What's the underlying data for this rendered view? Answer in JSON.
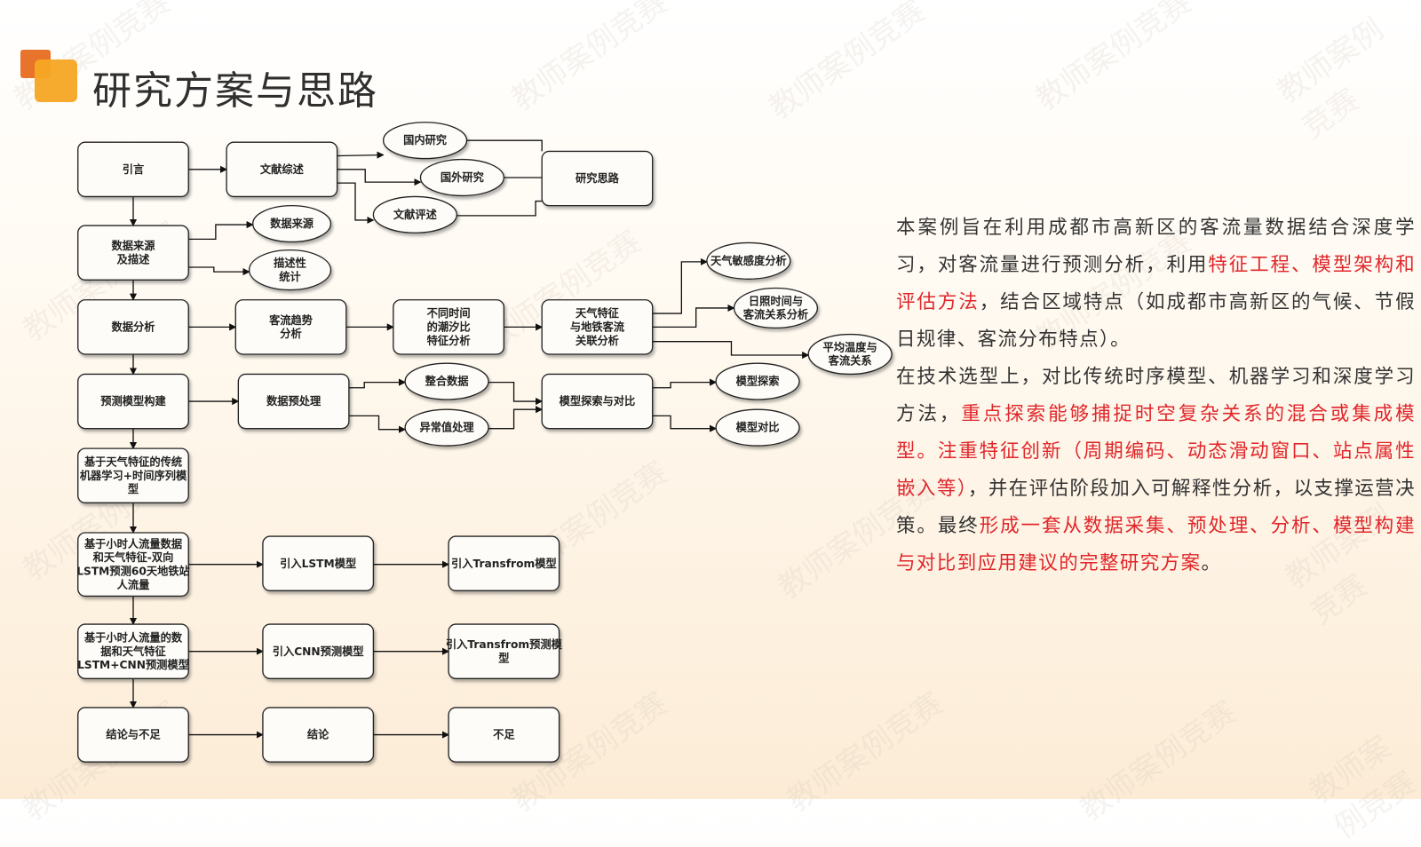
{
  "title": "研究方案与思路",
  "watermark": "教师案例竞赛",
  "colors": {
    "accent_dark": "#e8732a",
    "accent_light": "#f6a623",
    "highlight": "#e0262a"
  },
  "diagram": {
    "nodes": {
      "intro": {
        "lines": [
          "引言"
        ]
      },
      "lit": {
        "lines": [
          "文献综述"
        ]
      },
      "ideas": {
        "lines": [
          "研究思路"
        ]
      },
      "domestic": {
        "lines": [
          "国内研究"
        ]
      },
      "foreign": {
        "lines": [
          "国外研究"
        ]
      },
      "review": {
        "lines": [
          "文献评述"
        ]
      },
      "datasrc": {
        "lines": [
          "数据来源",
          "及描述"
        ]
      },
      "src": {
        "lines": [
          "数据来源"
        ]
      },
      "stat": {
        "lines": [
          "描述性",
          "统计"
        ]
      },
      "analysis": {
        "lines": [
          "数据分析"
        ]
      },
      "trend": {
        "lines": [
          "客流趋势",
          "分析"
        ]
      },
      "tide": {
        "lines": [
          "不同时间",
          "的潮汐比",
          "特征分析"
        ]
      },
      "weather": {
        "lines": [
          "天气特征",
          "与地铁客流",
          "关联分析"
        ]
      },
      "sens": {
        "lines": [
          "天气敏感度分析"
        ]
      },
      "sun": {
        "lines": [
          "日照时间与",
          "客流关系分析"
        ]
      },
      "temp": {
        "lines": [
          "平均温度与",
          "客流关系"
        ]
      },
      "predict": {
        "lines": [
          "预测模型构建"
        ]
      },
      "preproc": {
        "lines": [
          "数据预处理"
        ]
      },
      "integ": {
        "lines": [
          "整合数据"
        ]
      },
      "outlier": {
        "lines": [
          "异常值处理"
        ]
      },
      "explore": {
        "lines": [
          "模型探索与对比"
        ]
      },
      "mexp": {
        "lines": [
          "模型探索"
        ]
      },
      "mcmp": {
        "lines": [
          "模型对比"
        ]
      },
      "trad": {
        "lines": [
          "基于天气特征的传统",
          "机器学习+时间序列模",
          "型"
        ]
      },
      "bilstm": {
        "lines": [
          "基于小时人流量数据",
          "和天气特征-双向",
          "LSTM预测60天地铁站",
          "人流量"
        ]
      },
      "lstm": {
        "lines": [
          "引入LSTM模型"
        ]
      },
      "transf": {
        "lines": [
          "引入Transfrom模型"
        ]
      },
      "lstmcnn": {
        "lines": [
          "基于小时人流量的数",
          "据和天气特征",
          "LSTM+CNN预测模型"
        ]
      },
      "cnn": {
        "lines": [
          "引入CNN预测模型"
        ]
      },
      "transf2": {
        "lines": [
          "引入Transfrom预测模",
          "型"
        ]
      },
      "concl": {
        "lines": [
          "结论与不足"
        ]
      },
      "jielun": {
        "lines": [
          "结论"
        ]
      },
      "buzu": {
        "lines": [
          "不足"
        ]
      }
    }
  },
  "paragraphs": [
    [
      {
        "text": "本案例旨在利用成都市高新区的客流量数据结合深度学习，对客流量进行预测分析，利用",
        "red": false
      },
      {
        "text": "特征工程、模型架构和评估方法",
        "red": true
      },
      {
        "text": "，结合区域特点（如成都市高新区的气候、节假日规律、客流分布特点）。",
        "red": false
      }
    ],
    [
      {
        "text": "在技术选型上，对比传统时序模型、机器学习和深度学习方法，",
        "red": false
      },
      {
        "text": "重点探索能够捕捉时空复杂关系的混合或集成模型。注重特征创新（周期编码、动态滑动窗口、站点属性嵌入等）",
        "red": true
      },
      {
        "text": "，并在评估阶段加入可解释性分析，以支撑运营决策。最终",
        "red": false
      },
      {
        "text": "形成一套从数据采集、预处理、分析、模型构建与对比到应用建议的完整研究方案",
        "red": true
      },
      {
        "text": "。",
        "red": false
      }
    ]
  ]
}
